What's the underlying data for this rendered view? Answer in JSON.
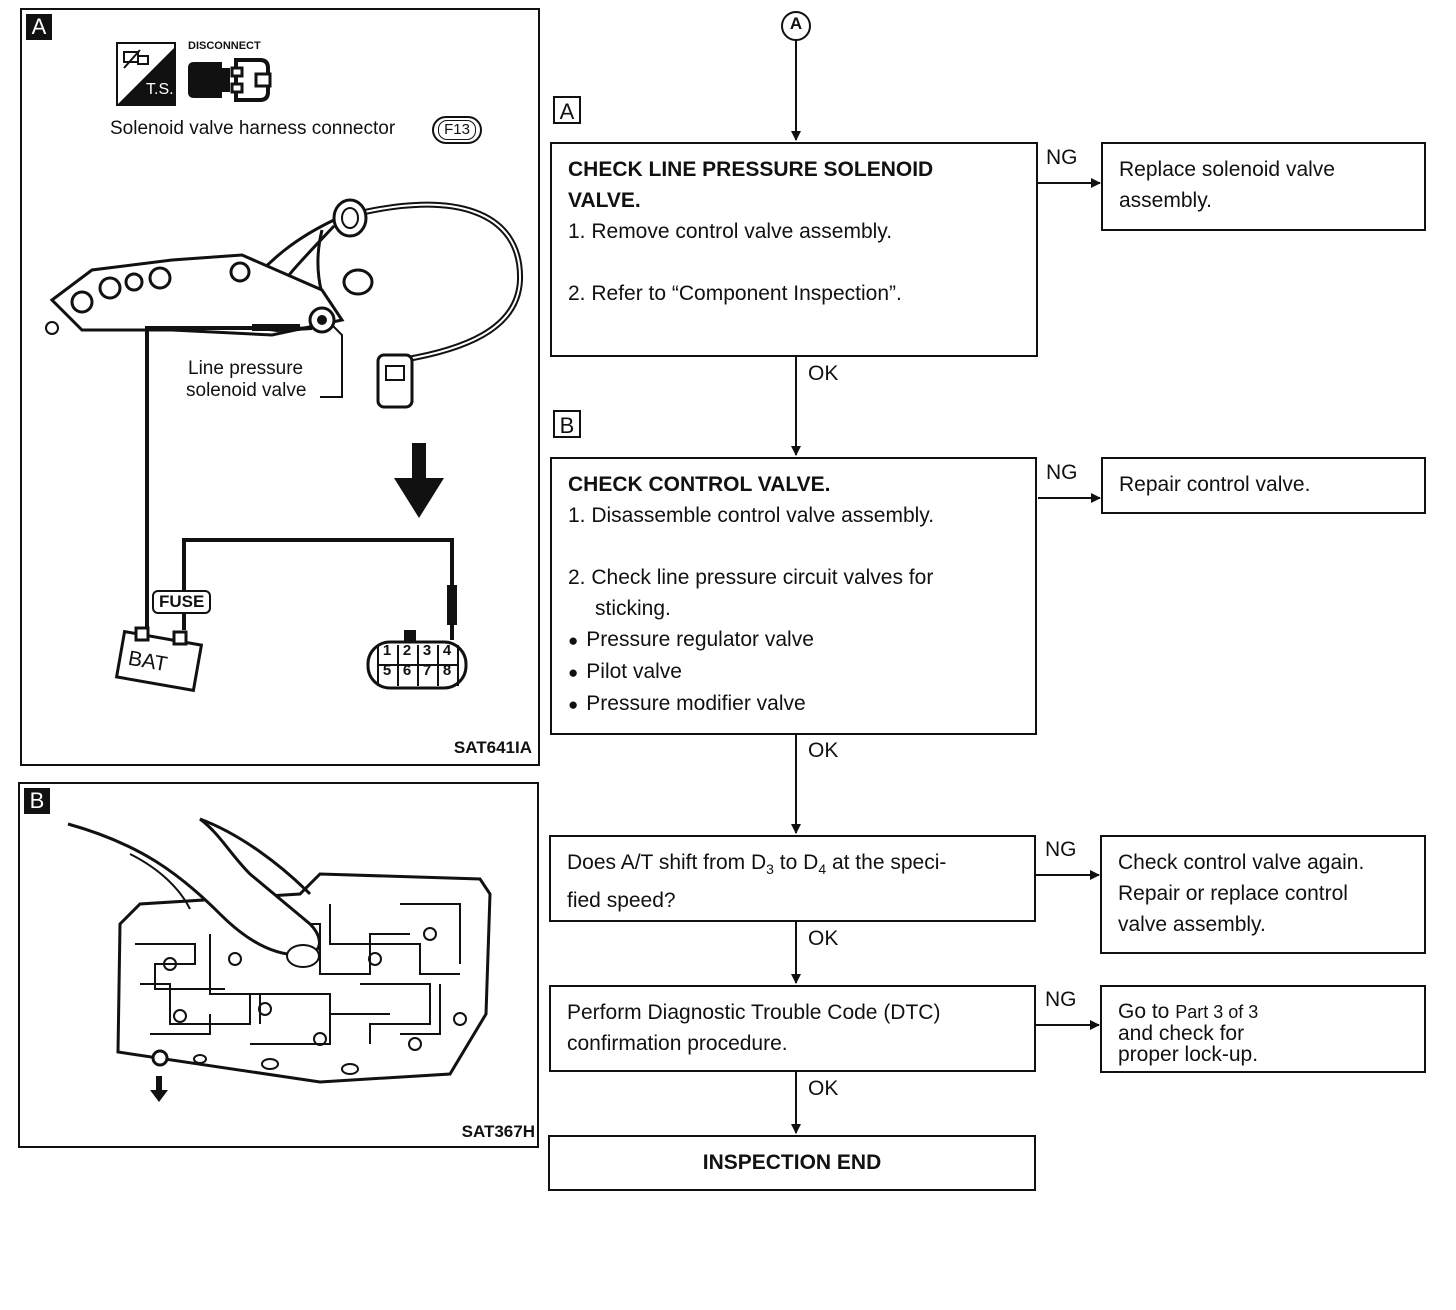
{
  "panel_a": {
    "tag": "A",
    "disconnect_label": "DISCONNECT",
    "ts_label": "T.S.",
    "connector_caption": "Solenoid valve harness connector",
    "connector_id": "F13",
    "line_pressure_label_1": "Line pressure",
    "line_pressure_label_2": "solenoid valve",
    "fuse_label": "FUSE",
    "bat_label": "BAT",
    "pins_top": [
      "1",
      "2",
      "3",
      "4"
    ],
    "pins_bottom": [
      "5",
      "6",
      "7",
      "8"
    ],
    "figure_code": "SAT641IA"
  },
  "panel_b": {
    "tag": "B",
    "figure_code": "SAT367H"
  },
  "flow": {
    "start_connector": "A",
    "step_tag_a": "A",
    "step_tag_b": "B",
    "box1": {
      "title_line1": "CHECK LINE PRESSURE SOLENOID",
      "title_line2": "VALVE.",
      "item1": "1.  Remove control valve assembly.",
      "item2": "2.  Refer to “Component Inspection”."
    },
    "box1_ng": "Replace solenoid valve assembly.",
    "box2": {
      "title": "CHECK CONTROL VALVE.",
      "item1": "1. Disassemble control valve assembly.",
      "item2_line1": "2. Check line pressure circuit valves for",
      "item2_line2": "sticking.",
      "bullets": [
        "Pressure regulator valve",
        "Pilot valve",
        "Pressure modifier valve"
      ]
    },
    "box2_ng": "Repair control valve.",
    "box3": {
      "line1_a": "Does A/T shift from D",
      "sub1": "3",
      "line1_b": " to D",
      "sub2": "4",
      "line1_c": " at the speci-",
      "line2": "fied speed?"
    },
    "box3_ng": {
      "line1": "Check control valve again.",
      "line2": "Repair or replace control",
      "line3": "valve assembly."
    },
    "box4": {
      "line1": "Perform Diagnostic Trouble Code (DTC)",
      "line2": "confirmation procedure."
    },
    "box4_ng": {
      "line1_a": "Go to",
      "line1_b": "Part 3 of 3",
      "line2": "and check for",
      "line3": "proper lock-up."
    },
    "end_box": "INSPECTION END",
    "ng_label": "NG",
    "ok_label": "OK"
  }
}
